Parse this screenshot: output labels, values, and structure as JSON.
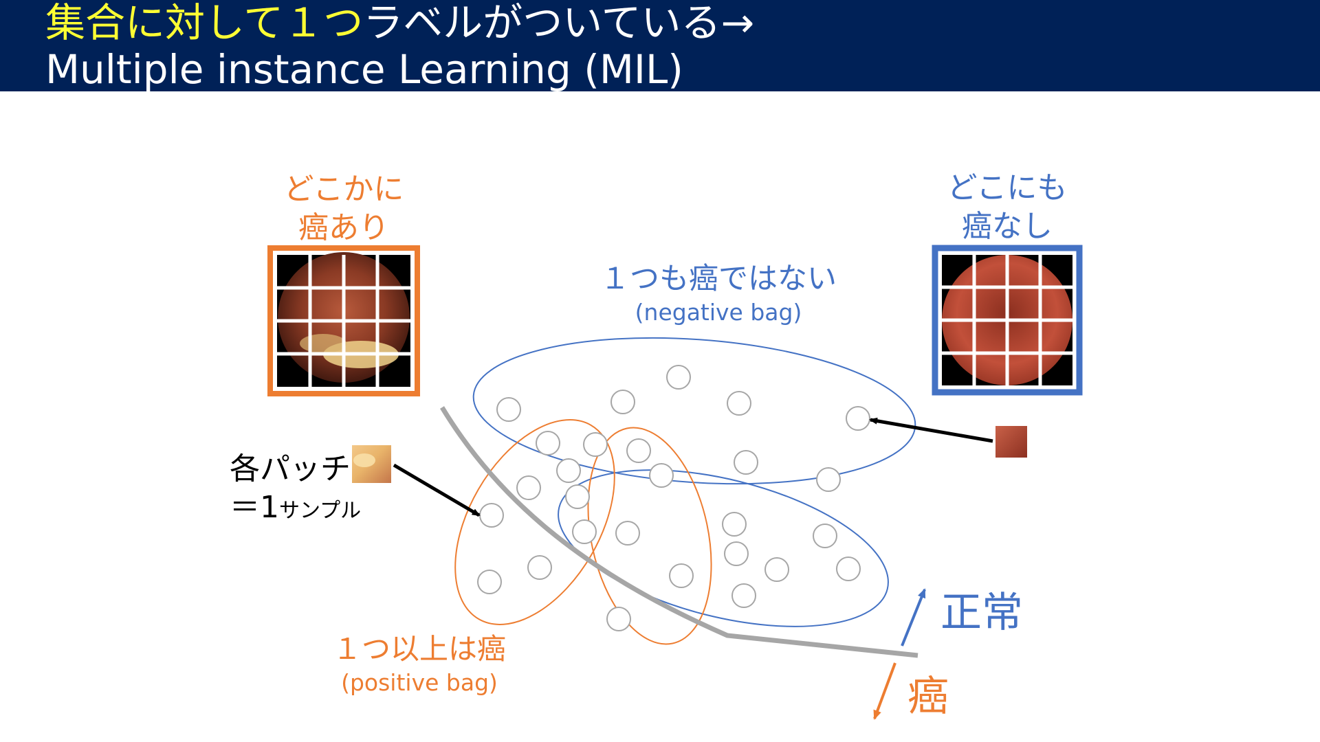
{
  "slide": {
    "title_line1_highlight": "集合に対して１つ",
    "title_line1_rest": "ラベルがついている→",
    "title_line2": "Multiple instance Learning (MIL)"
  },
  "positive_example": {
    "caption_line1": "どこかに",
    "caption_line2": "癌あり"
  },
  "negative_example": {
    "caption_line1": "どこにも",
    "caption_line2": "癌なし"
  },
  "negative_bag": {
    "label": "１つも癌ではない",
    "sublabel": "(negative bag)"
  },
  "positive_bag": {
    "label": "１つ以上は癌",
    "sublabel": "(positive bag)"
  },
  "patch_note": {
    "line1": "各パッチ",
    "line2_main": "＝1",
    "line2_small": "サンプル"
  },
  "decision_regions": {
    "normal": "正常",
    "cancer": "癌"
  },
  "colors": {
    "header_bg": "#002157",
    "title_highlight": "#ffff33",
    "positive": "#ed7d31",
    "negative": "#4472c4",
    "boundary": "#a6a6a6"
  }
}
